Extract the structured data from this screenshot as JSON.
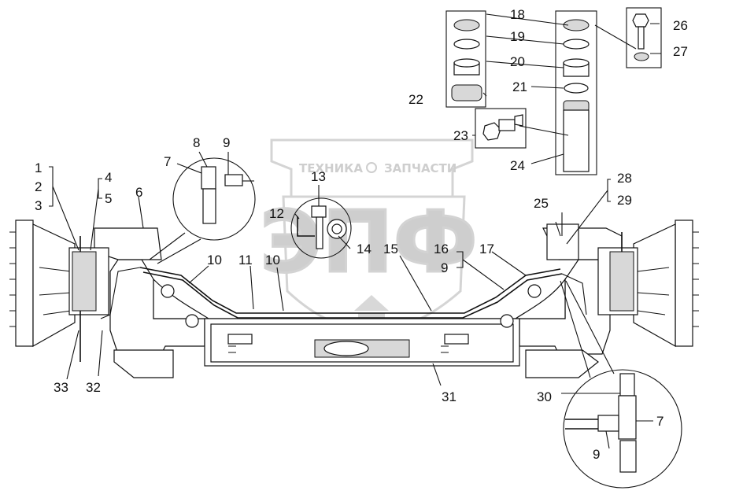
{
  "watermark": {
    "top_text": "ТЕХНИКА",
    "top_text_right": "ЗАПЧАСТИ",
    "logo_text": "ЭПФ"
  },
  "callouts": {
    "c1": "1",
    "c2": "2",
    "c3": "3",
    "c4": "4",
    "c5": "5",
    "c6": "6",
    "c7a": "7",
    "c8": "8",
    "c9a": "9",
    "c10a": "10",
    "c10b": "10",
    "c11": "11",
    "c12": "12",
    "c13": "13",
    "c14": "14",
    "c15": "15",
    "c16": "16",
    "c9b": "9",
    "c17": "17",
    "c18": "18",
    "c19": "19",
    "c20": "20",
    "c21": "21",
    "c22": "22",
    "c23": "23",
    "c24": "24",
    "c25": "25",
    "c26": "26",
    "c27": "27",
    "c28": "28",
    "c29": "29",
    "c30": "30",
    "c7b": "7",
    "c9c": "9",
    "c31": "31",
    "c32": "32",
    "c33": "33"
  }
}
